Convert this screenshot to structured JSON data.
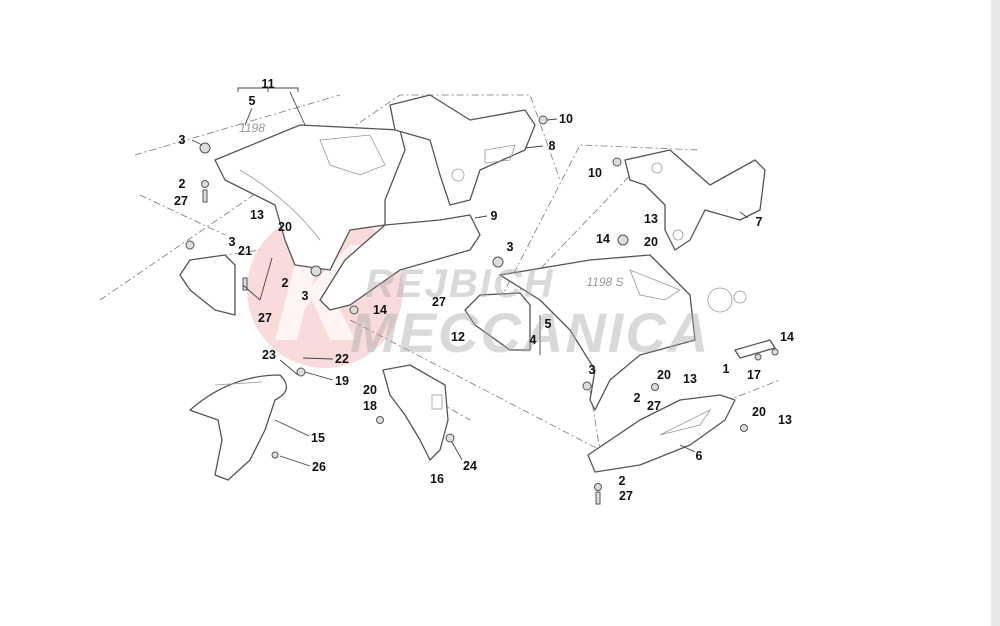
{
  "watermark": {
    "line1": "REJBICH",
    "line2": "MECCANICA",
    "color": "#e53935"
  },
  "decals": {
    "model_1198": "1198 S",
    "model_2": "1198"
  },
  "labels": [
    "11",
    "5",
    "3",
    "10",
    "8",
    "2",
    "27",
    "13",
    "20",
    "9",
    "10",
    "7",
    "3",
    "21",
    "13",
    "14",
    "20",
    "3",
    "2",
    "3",
    "27",
    "27",
    "14",
    "12",
    "5",
    "4",
    "14",
    "23",
    "22",
    "19",
    "1",
    "17",
    "3",
    "20",
    "13",
    "2",
    "27",
    "20",
    "18",
    "20",
    "13",
    "15",
    "24",
    "26",
    "16",
    "6",
    "2",
    "27"
  ]
}
